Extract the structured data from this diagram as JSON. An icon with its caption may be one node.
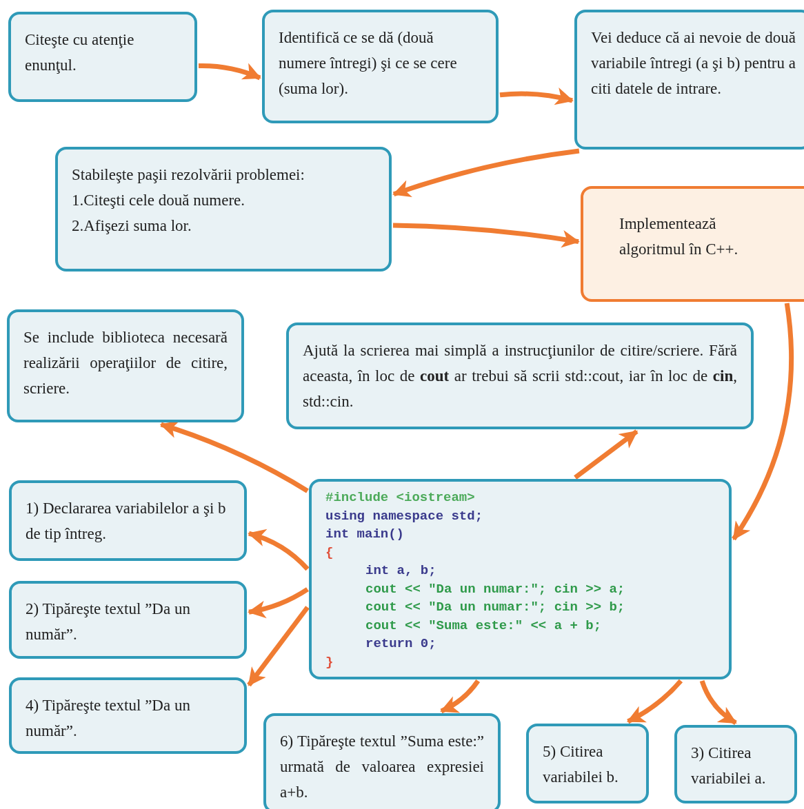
{
  "diagram": {
    "nodes": [
      {
        "text": [
          "Citeşte cu atenţie enunţul."
        ]
      },
      {
        "text": [
          "Identifică ce se dă (două numere întregi) şi ce se cere (suma lor)."
        ]
      },
      {
        "text": [
          "Vei deduce că ai nevoie de două variabile întregi (a şi b) pentru a citi datele de intrare."
        ]
      },
      {
        "text": [
          "Stabileşte paşii rezolvării problemei:",
          "1.Citeşti cele două numere.",
          "2.Afişezi suma lor."
        ]
      },
      {
        "text": [
          "Implementează algoritmul în C++."
        ]
      },
      {
        "text": [
          "Se include biblioteca necesară realizării operaţiilor de citire, scriere."
        ]
      },
      {
        "text": [
          "Ajută la scrierea mai simplă a instrucţiunilor de citire/scriere. Fără aceasta, în loc de **cout** ar trebui să scrii std::cout, iar în loc de **cin**, std::cin."
        ]
      },
      {
        "text": [
          "#include <iostream>",
          "using namespace std;",
          "int main()",
          "{",
          "int a, b;",
          "cout << \"Da un numar:\"; cin >> a;",
          "cout << \"Da un numar:\"; cin >> b;",
          "cout << \"Suma este:\" << a + b;",
          "return 0;",
          "}"
        ]
      },
      {
        "text": [
          "1) Declararea variabilelor a şi b de tip întreg."
        ]
      },
      {
        "text": [
          "2) Tipăreşte textul ”Da un număr”."
        ]
      },
      {
        "text": [
          "4) Tipăreşte textul ”Da un număr”."
        ]
      },
      {
        "text": [
          "6) Tipăreşte textul ”Suma este:” urmată de valoarea expresiei a+b."
        ]
      },
      {
        "text": [
          "5) Citirea variabilei b."
        ]
      },
      {
        "text": [
          "3) Citirea variabilei a."
        ]
      }
    ],
    "edges": [
      {
        "from": 0,
        "to": 1,
        "arrow": "to"
      },
      {
        "from": 1,
        "to": 2,
        "arrow": "to"
      },
      {
        "from": 2,
        "to": 3,
        "arrow": "to"
      },
      {
        "from": 3,
        "to": 4,
        "arrow": "to"
      },
      {
        "from": 4,
        "to": 7,
        "arrow": "to"
      },
      {
        "from": 7,
        "to": 5,
        "arrow": "to"
      },
      {
        "from": 7,
        "to": 6,
        "arrow": "to"
      },
      {
        "from": 7,
        "to": 8,
        "arrow": "to"
      },
      {
        "from": 7,
        "to": 9,
        "arrow": "to"
      },
      {
        "from": 7,
        "to": 10,
        "arrow": "to"
      },
      {
        "from": 7,
        "to": 11,
        "arrow": "to"
      },
      {
        "from": 7,
        "to": 12,
        "arrow": "to"
      },
      {
        "from": 7,
        "to": 13,
        "arrow": "to"
      }
    ]
  }
}
